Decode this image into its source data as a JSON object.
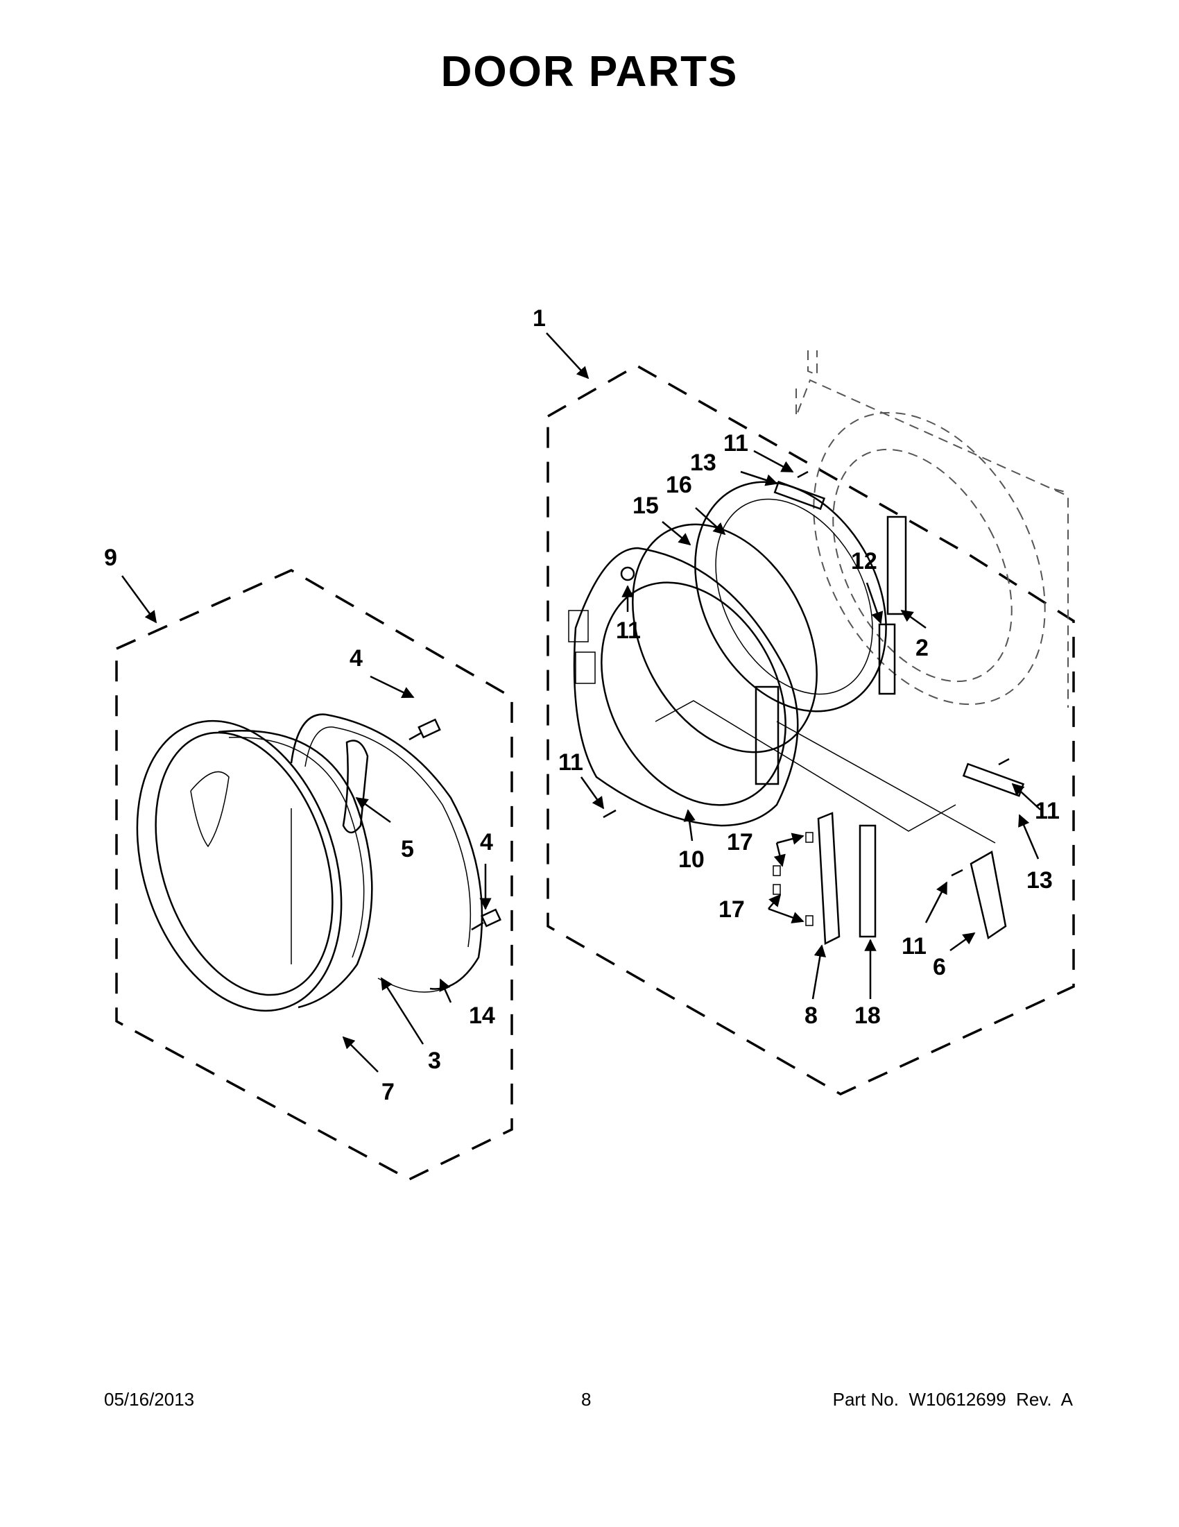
{
  "title": "DOOR PARTS",
  "footer": {
    "date": "05/16/2013",
    "page": "8",
    "part_no": "Part No.  W10612699  Rev.  A"
  },
  "callouts": {
    "c1": "1",
    "c2": "2",
    "c3": "3",
    "c4a": "4",
    "c4b": "4",
    "c5": "5",
    "c6": "6",
    "c7": "7",
    "c8": "8",
    "c9": "9",
    "c10": "10",
    "c11a": "11",
    "c11b": "11",
    "c11c": "11",
    "c11d": "11",
    "c11e": "11",
    "c12": "12",
    "c13a": "13",
    "c13b": "13",
    "c14": "14",
    "c15": "15",
    "c16": "16",
    "c17a": "17",
    "c17b": "17",
    "c18": "18"
  }
}
